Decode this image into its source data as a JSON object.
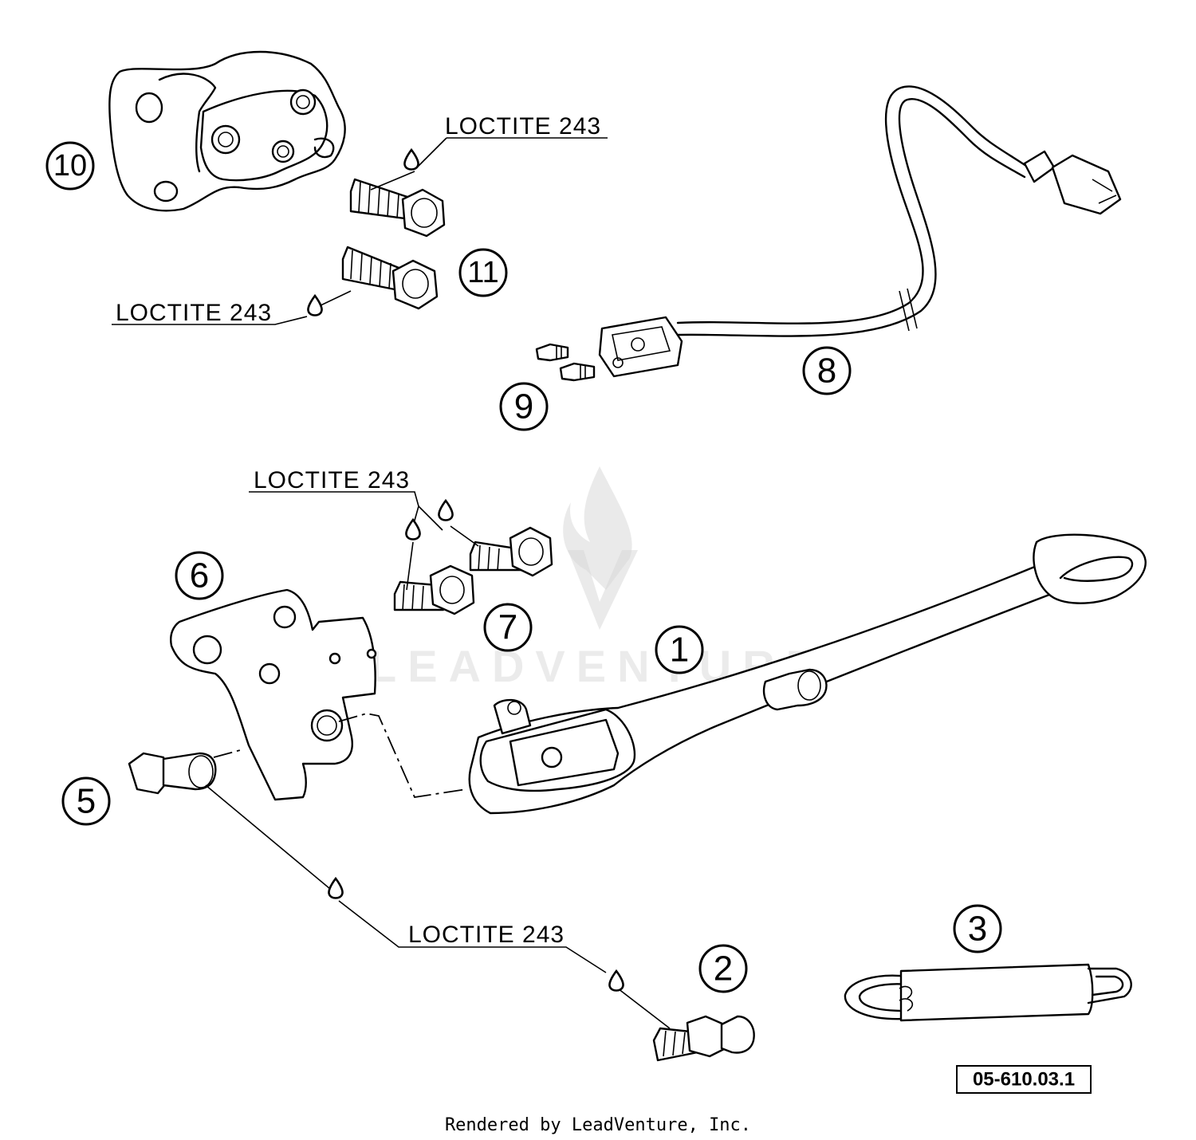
{
  "callouts": [
    {
      "label": "1"
    },
    {
      "label": "2"
    },
    {
      "label": "3"
    },
    {
      "label": "5"
    },
    {
      "label": "6"
    },
    {
      "label": "7"
    },
    {
      "label": "8"
    },
    {
      "label": "9"
    },
    {
      "label": "10"
    },
    {
      "label": "11"
    }
  ],
  "notes": {
    "loctite_top": "LOCTITE 243",
    "loctite_left": "LOCTITE 243",
    "loctite_mid": "LOCTITE 243",
    "loctite_bottom": "LOCTITE 243"
  },
  "reference_number": "05-610.03.1",
  "credit": "Rendered by LeadVenture, Inc.",
  "watermark": "LEADVENTURE",
  "colors": {
    "line": "#000000",
    "background": "#ffffff",
    "watermark": "#c8c8c8"
  }
}
